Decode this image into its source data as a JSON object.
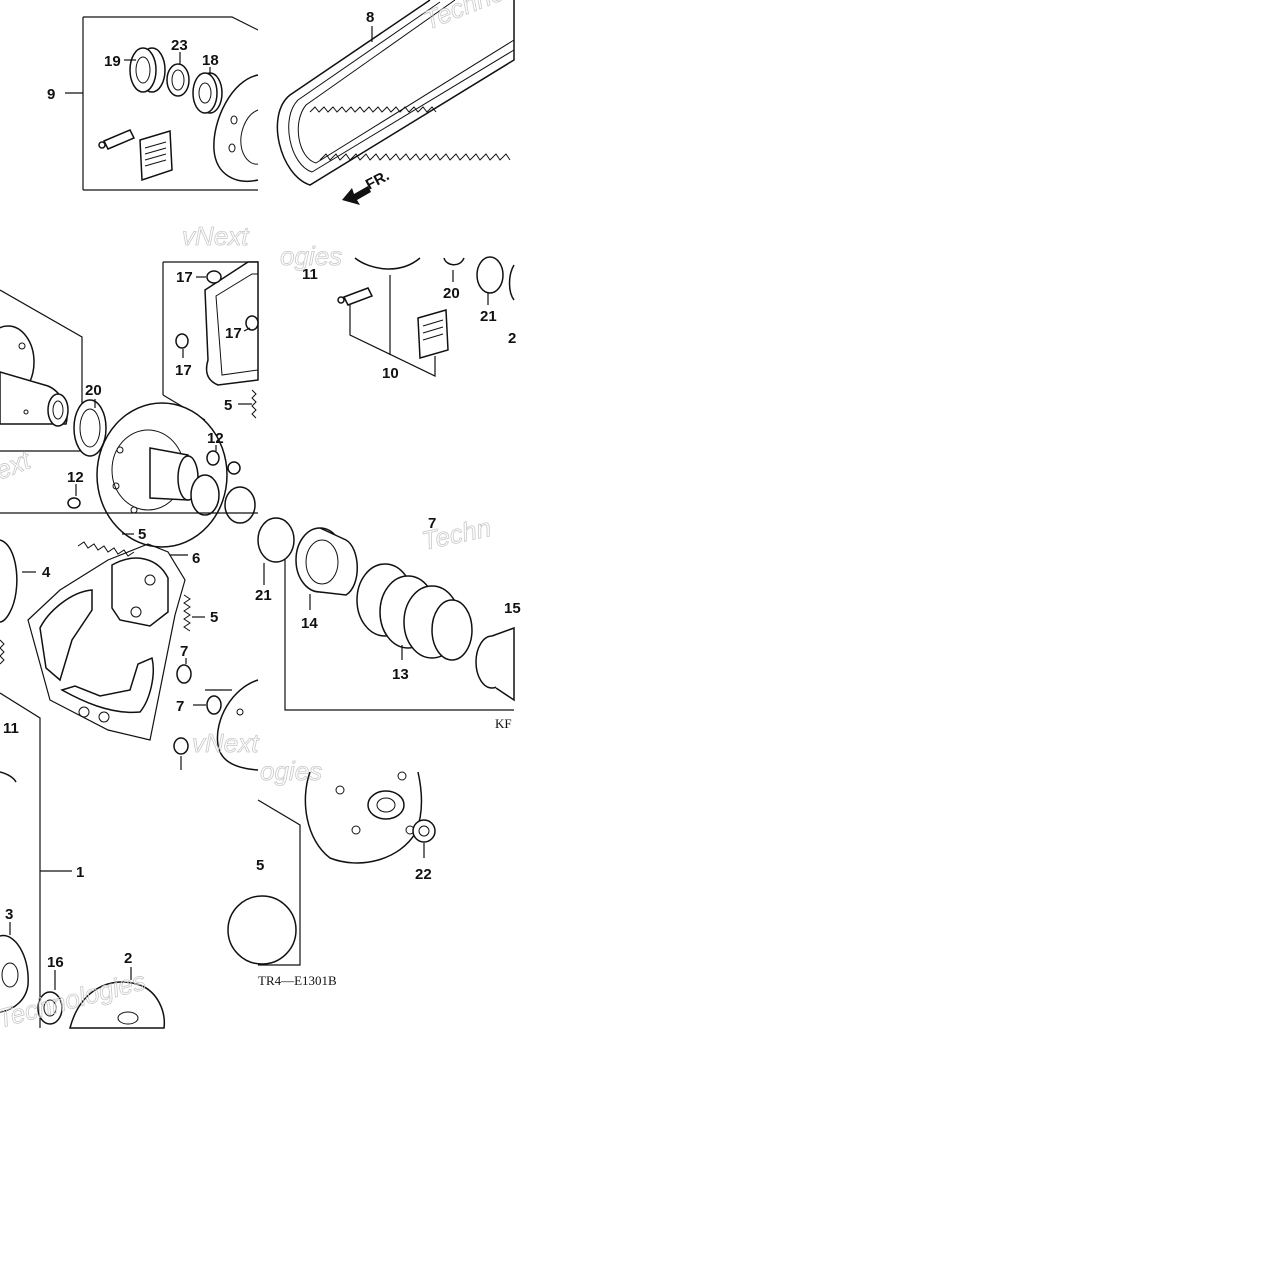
{
  "diagram": {
    "callouts": {
      "c1": "1",
      "c2": "2",
      "c3": "3",
      "c4": "4",
      "c5a": "5",
      "c5b": "5",
      "c5c": "5",
      "c5d": "5",
      "c6": "6",
      "c7a": "7",
      "c7b": "7",
      "c7c": "7",
      "c8": "8",
      "c9": "9",
      "c10": "10",
      "c11a": "11",
      "c11b": "11",
      "c12a": "12",
      "c12b": "12",
      "c13": "13",
      "c14": "14",
      "c15": "15",
      "c16": "16",
      "c17a": "17",
      "c17b": "17",
      "c17c": "17",
      "c18": "18",
      "c19": "19",
      "c20a": "20",
      "c20b": "20",
      "c21a": "21",
      "c21b": "21",
      "c21c": "2",
      "c22": "22",
      "c23": "23"
    },
    "direction_arrow_text": "FR.",
    "ref_code_a": "KF",
    "ref_code_b": "TR4—E1301B",
    "watermarks": {
      "w1": "Techno",
      "w2": "vNext",
      "w3": "ogies",
      "w4": "Techn",
      "w5": "vNext",
      "w6": "Technologies",
      "w7": "ext"
    }
  }
}
